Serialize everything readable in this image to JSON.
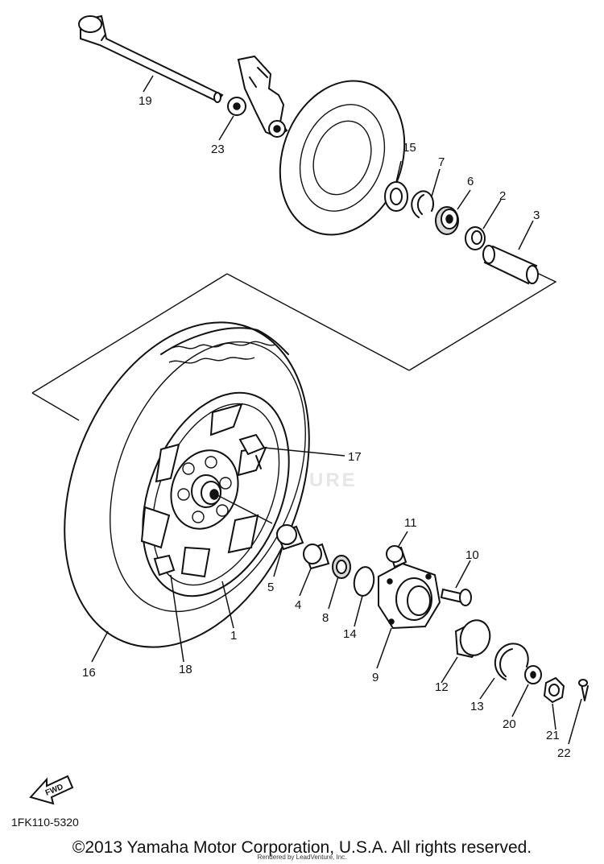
{
  "diagram": {
    "part_numbers": [
      "1",
      "2",
      "3",
      "4",
      "5",
      "6",
      "7",
      "8",
      "9",
      "10",
      "11",
      "12",
      "13",
      "14",
      "15",
      "16",
      "17",
      "18",
      "19",
      "20",
      "21",
      "22",
      "23"
    ],
    "fwd_label": "FWD",
    "watermark": "VENTURE",
    "diagram_code": "1FK110-5320"
  },
  "footer": {
    "copyright": "©2013 Yamaha Motor Corporation, U.S.A. All rights reserved.",
    "rendered_by": "Rendered by LeadVenture, Inc."
  }
}
